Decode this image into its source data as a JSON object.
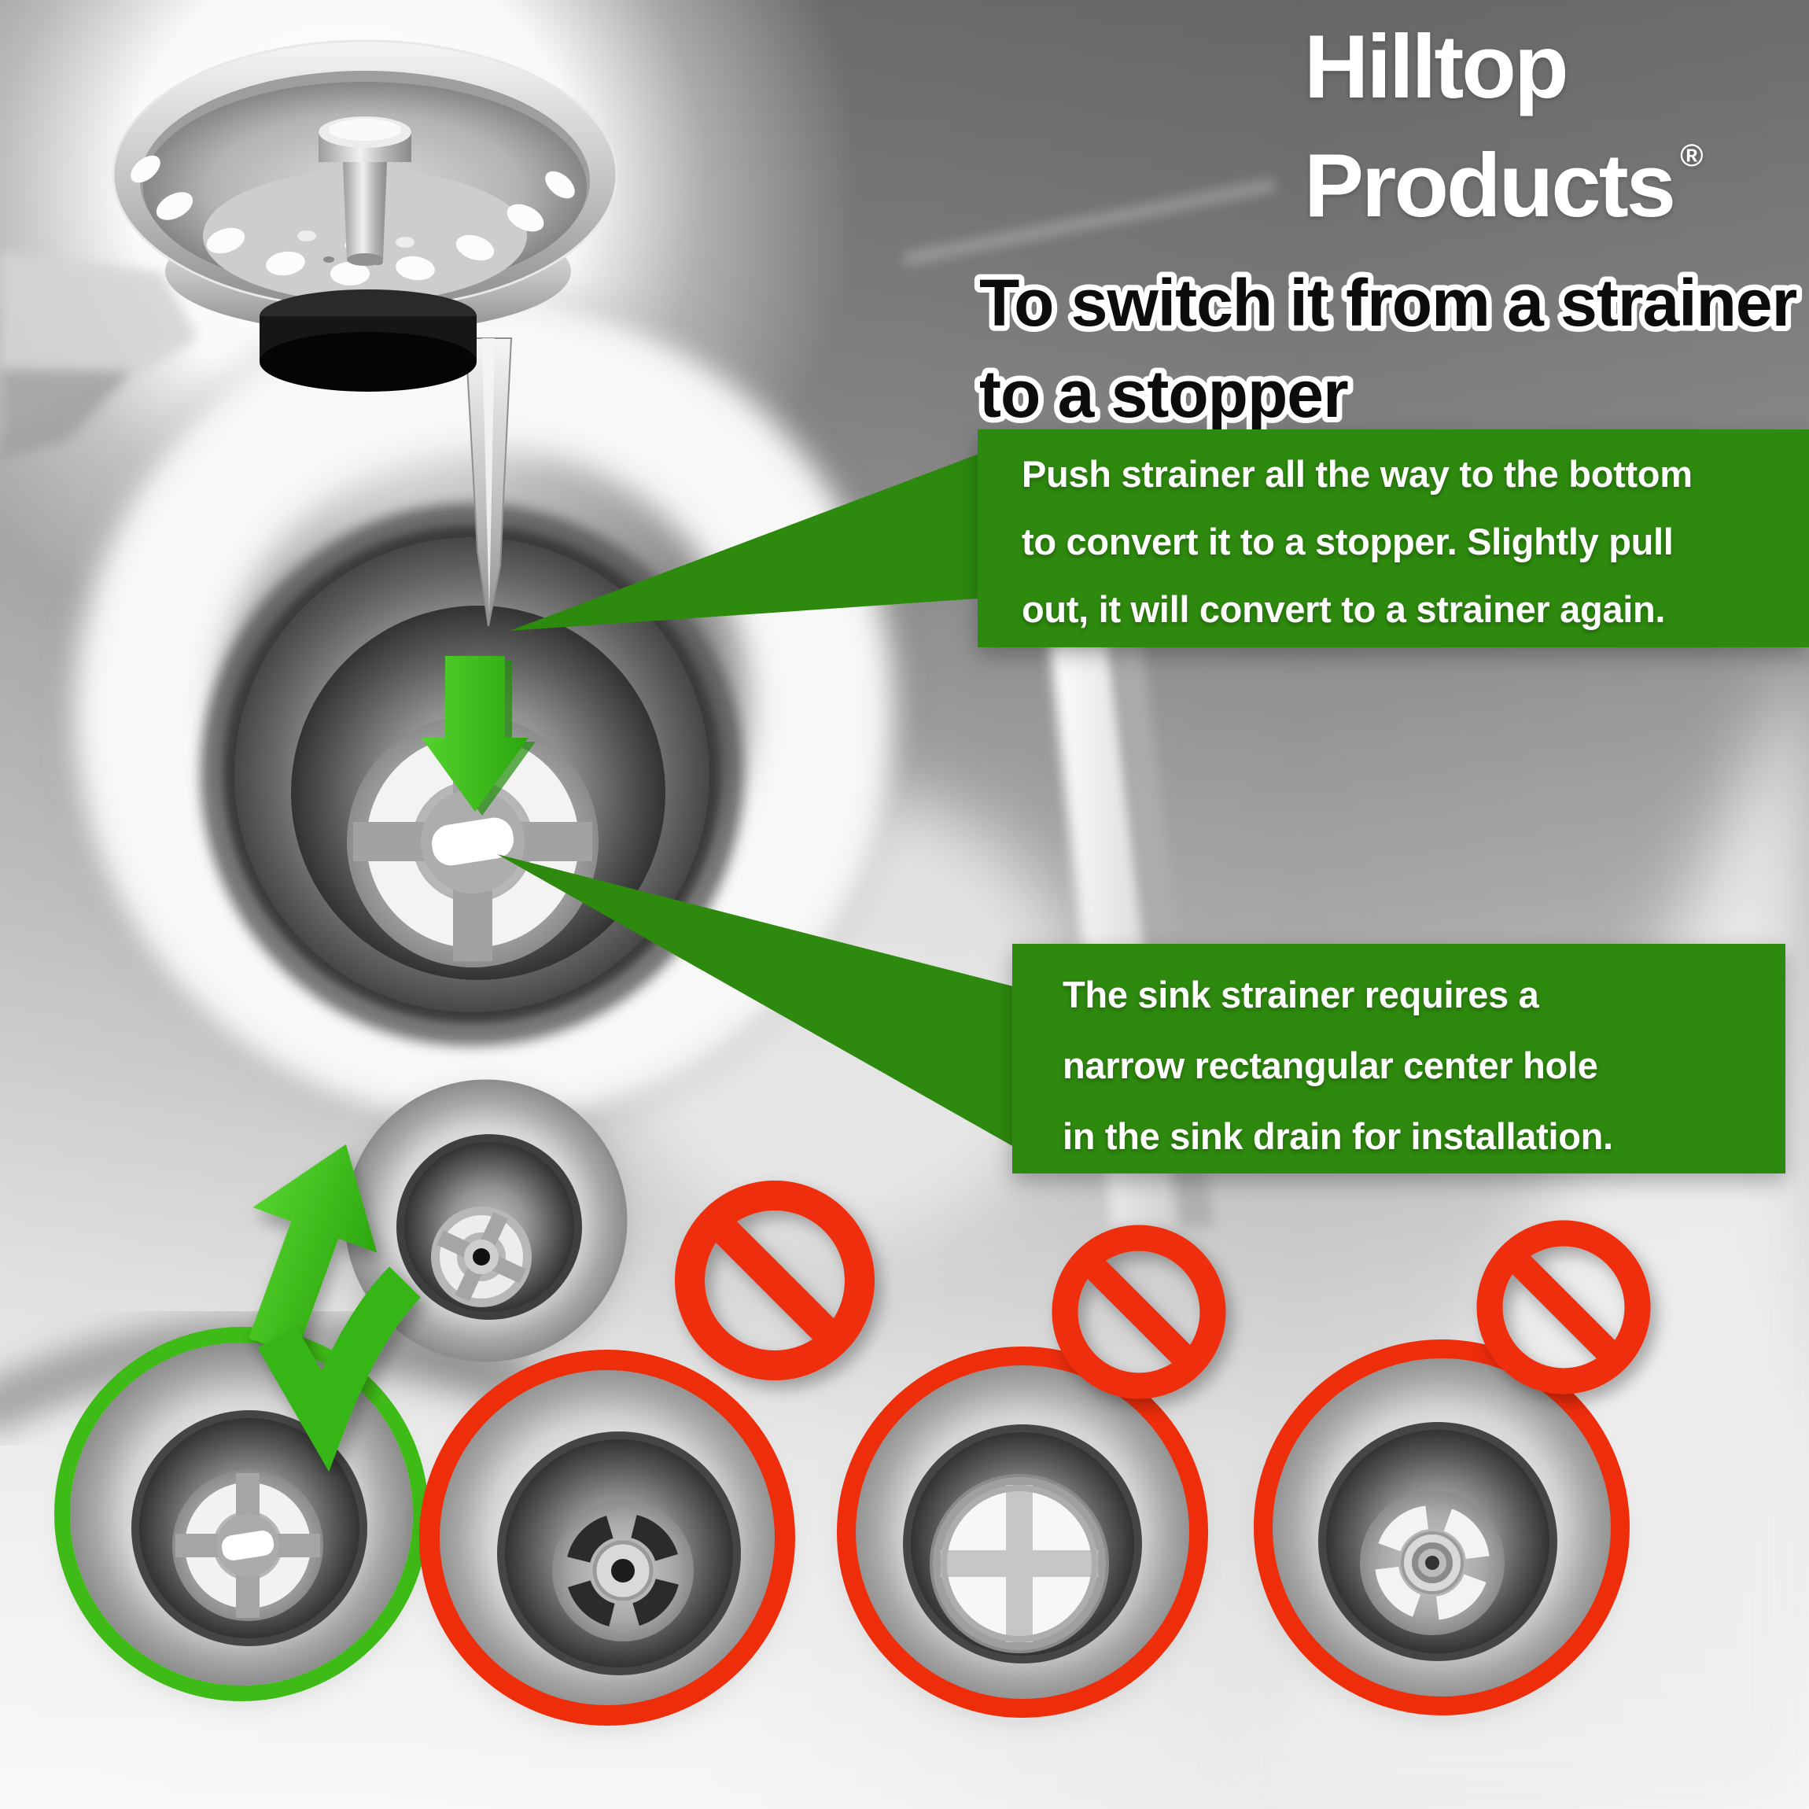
{
  "brand": {
    "line1": "Hilltop",
    "line2": "Products",
    "registered_mark": "®"
  },
  "heading": {
    "line1": "To switch it from a strainer",
    "line2": "to a stopper"
  },
  "callouts": {
    "push": {
      "lines": [
        "Push strainer all the way to the bottom",
        "to convert it to a stopper. Slightly pull",
        "out, it will convert to a strainer again."
      ]
    },
    "hole": {
      "lines": [
        "The sink strainer requires a",
        "narrow rectangular center hole",
        "in the sink drain for installation."
      ]
    }
  },
  "colors": {
    "callout_green": "#2e8a0e",
    "bright_green": "#3fbb17",
    "alert_red": "#ee2d0b",
    "heading_fill": "#0c0c0c",
    "heading_outline": "#ffffff",
    "text_white": "#ffffff"
  },
  "icons": {
    "down_arrow": "arrow-down-icon",
    "up_arrow": "arrow-up-icon",
    "correct": "checkmark-icon",
    "wrong": "no-symbol-icon"
  },
  "drain_options": [
    {
      "id": 1,
      "verdict": "correct",
      "marker": "checkmark-icon",
      "ring_color": "#3fbb17",
      "center_hole": "narrow rectangular slot"
    },
    {
      "id": 2,
      "verdict": "wrong",
      "marker": "no-symbol-icon",
      "ring_color": "#ee2d0b",
      "center_hole": "round hole with knob"
    },
    {
      "id": 3,
      "verdict": "wrong",
      "marker": "no-symbol-icon",
      "ring_color": "#ee2d0b",
      "center_hole": "cross shaped hole"
    },
    {
      "id": 4,
      "verdict": "wrong",
      "marker": "no-symbol-icon",
      "ring_color": "#ee2d0b",
      "center_hole": "round hole with curved slots"
    }
  ]
}
